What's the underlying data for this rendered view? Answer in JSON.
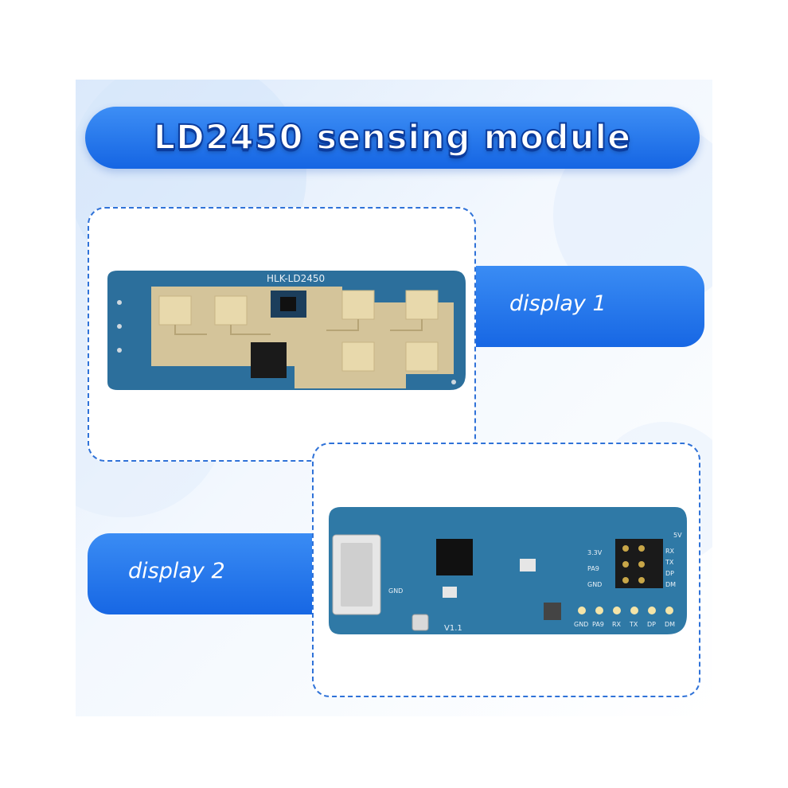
{
  "title": "LD2450 sensing module",
  "display1_label": "display 1",
  "display2_label": "display 2",
  "board1": {
    "silkscreen": "HLK-LD2450"
  },
  "board2": {
    "version": "V1.1",
    "pin_labels_bottom": [
      "GND",
      "PA9",
      "RX",
      "TX",
      "DP",
      "DM"
    ],
    "header_labels_right": [
      "5V",
      "RX",
      "TX",
      "DP",
      "DM"
    ],
    "header_labels_left": [
      "3.3V",
      "PA9",
      "GND"
    ],
    "connector_label": "GND"
  },
  "colors": {
    "accent_blue": "#1767e4",
    "pcb_blue": "#2c6f9c",
    "antenna_gold": "#d4c49a"
  }
}
